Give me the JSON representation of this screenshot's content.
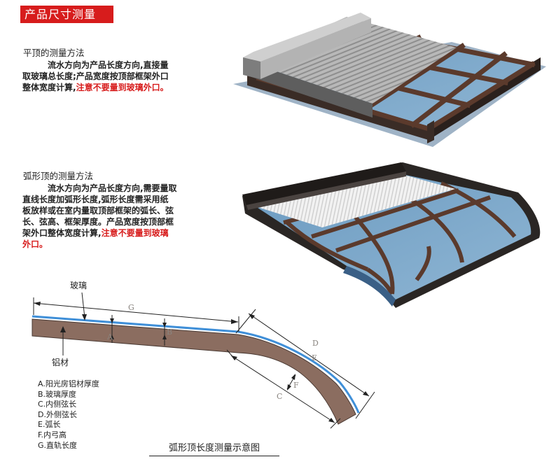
{
  "banner": {
    "title": "产品尺寸测量"
  },
  "flat": {
    "title": "平顶的测量方法",
    "lines": [
      "流水方向为产品长度方向,直接量",
      "取玻璃总长度;产品宽度按顶部框架外口",
      "整体宽度计算,"
    ],
    "warning": "注意不要量到玻璃外口。"
  },
  "arc": {
    "title": "弧形顶的测量方法",
    "lines": [
      "流水方向为产品长度方向,需要量取",
      "直线长度加弧形长度,弧形长度需采用纸",
      "板放样或在室内量取顶部框架的弧长、弦",
      "长、弦高、框架厚度。产品宽度按顶部框",
      "架外口整体宽度计算,"
    ],
    "warning": "注意不要量到玻璃",
    "warning2": "外口。"
  },
  "diagram": {
    "label_glass": "玻璃",
    "label_aluminum": "铝材",
    "letters": {
      "A": "A",
      "B": "B",
      "C": "C",
      "D": "D",
      "E": "E",
      "F": "F",
      "G": "G"
    }
  },
  "legend": [
    "A.阳光房铝材厚度",
    "B.玻璃厚度",
    "C.内侧弦长",
    "D.外侧弦长",
    "E.弧长",
    "F.内弓高",
    "G.直轨长度"
  ],
  "caption": "弧形顶长度测量示意图",
  "colors": {
    "accent_red": "#d71c1c",
    "glass_blue": "#3f8fd8",
    "frame_brown": "#6b4a3a",
    "profile_brown": "#8b6d60"
  }
}
